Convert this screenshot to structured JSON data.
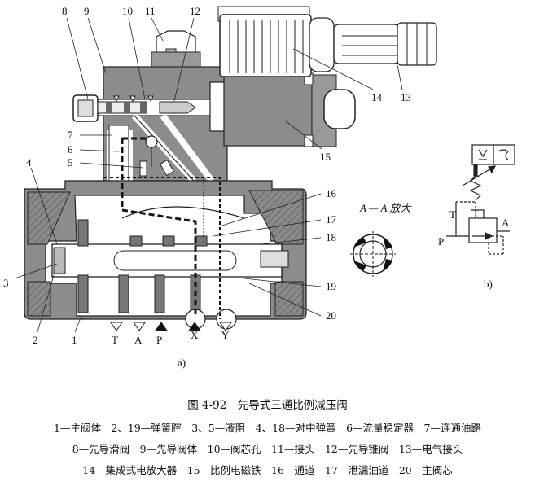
{
  "figure": {
    "callouts": [
      "8",
      "9",
      "10",
      "11",
      "12",
      "7",
      "6",
      "5",
      "4",
      "3",
      "2",
      "1",
      "14",
      "13",
      "15",
      "16",
      "17",
      "18",
      "19",
      "20"
    ],
    "ports": [
      "T",
      "A",
      "P",
      "X",
      "Y"
    ],
    "section_label": "A — A 放大",
    "label_a": "a)",
    "label_b": "b)",
    "symbol_ports": [
      "T",
      "A",
      "P"
    ]
  },
  "caption": {
    "title": "图 4-92　先导式三通比例减压阀",
    "legend_lines": [
      "1—主阀体　2、19—弹簧腔　3、5—液阻　4、18—对中弹簧　6—流量稳定器　7—连通油路",
      "8—先导滑阀　9—先导阀体　10—阀芯孔　11—接头　12—先导锥阀　13—电气接头",
      "14—集成式电放大器　15—比例电磁铁　16—通道　17—泄漏油道　20—主阀芯"
    ]
  }
}
